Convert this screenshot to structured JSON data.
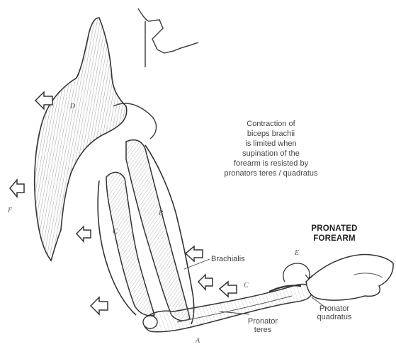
{
  "caption": {
    "lines": [
      "Contraction of",
      "biceps brachii",
      "is limited when",
      "supination of the",
      "forearm is resisted by",
      "pronators teres / quadratus"
    ]
  },
  "title": {
    "line1": "PRONATED",
    "line2": "FOREARM"
  },
  "labels": {
    "brachialis": "Brachialis",
    "pronator_teres": [
      "Pronator",
      "teres"
    ],
    "pronator_quadratus": [
      "Pronator",
      "quadratus"
    ]
  },
  "letters": {
    "d": "D",
    "f": "F",
    "c_arm": "C",
    "b": "B",
    "c_fore": "C",
    "e": "E",
    "a": "A"
  },
  "colors": {
    "ink": "#333333",
    "hatch": "#777777",
    "paper": "#ffffff",
    "muscle_fill": "#f1f1f1"
  }
}
